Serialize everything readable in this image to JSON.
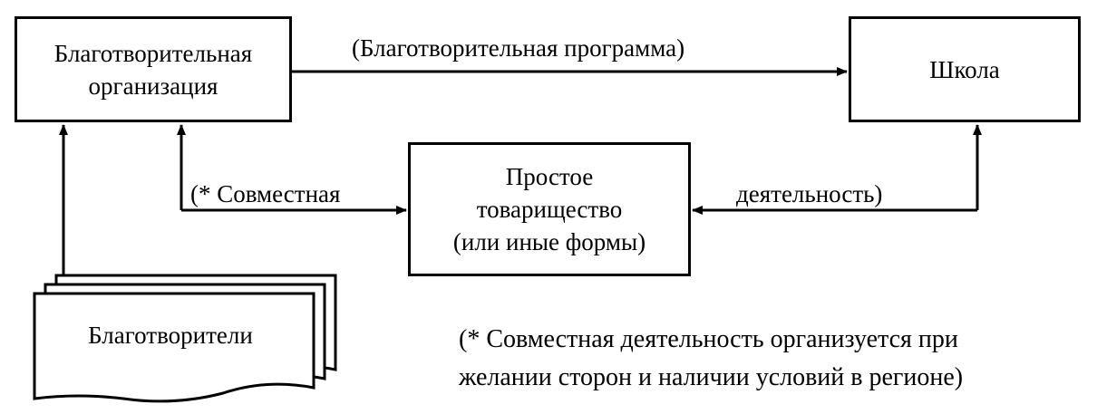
{
  "nodes": {
    "charity_org": {
      "lines": [
        "Благотворительная",
        "организация"
      ]
    },
    "school": {
      "lines": [
        "Школа"
      ]
    },
    "partnership": {
      "lines": [
        "Простое",
        "товарищество",
        "(или иные формы)"
      ]
    },
    "donors": {
      "lines": [
        "Благотворители"
      ]
    }
  },
  "edges": {
    "program": {
      "label": "(Благотворительная программа)"
    },
    "joint_left": {
      "label": "(* Совместная"
    },
    "joint_right": {
      "label": "деятельность)"
    }
  },
  "footnote": {
    "lines": [
      "(* Совместная деятельность организуется при",
      "желании сторон и  наличии условий в регионе)"
    ]
  }
}
